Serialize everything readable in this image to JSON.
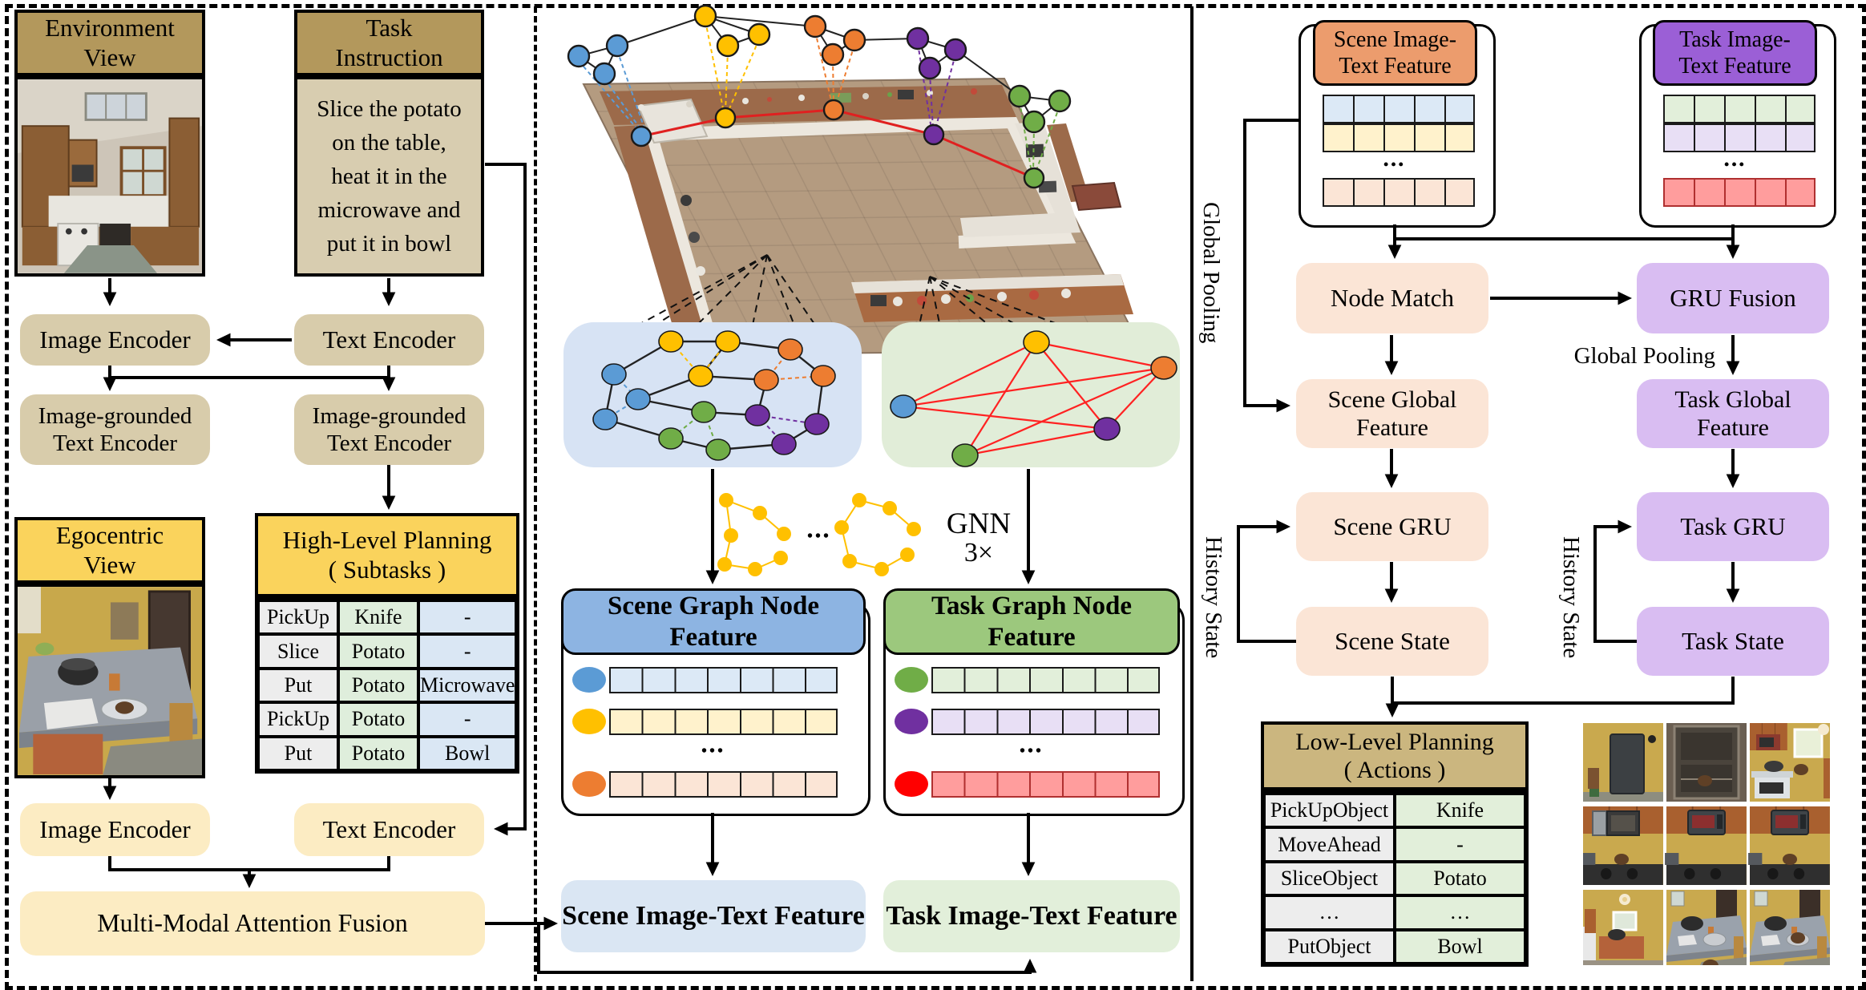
{
  "left": {
    "env_header": [
      "Environment",
      "View"
    ],
    "task_header": [
      "Task",
      "Instruction"
    ],
    "instruction": [
      "Slice the potato",
      "on the table,",
      "heat it in the",
      "microwave and",
      "put it in bowl"
    ],
    "image_encoder": "Image Encoder",
    "text_encoder": "Text Encoder",
    "image_grounded": [
      "Image-grounded",
      "Text Encoder"
    ],
    "ego_header": [
      "Egocentric",
      "View"
    ],
    "hlp_header": [
      "High-Level Planning",
      "( Subtasks )"
    ],
    "subtasks": [
      [
        "PickUp",
        "Knife",
        "-"
      ],
      [
        "Slice",
        "Potato",
        "-"
      ],
      [
        "Put",
        "Potato",
        "Microwave"
      ],
      [
        "PickUp",
        "Potato",
        "-"
      ],
      [
        "Put",
        "Potato",
        "Bowl"
      ]
    ],
    "image_encoder2": "Image Encoder",
    "text_encoder2": "Text Encoder",
    "fusion": "Multi-Modal Attention Fusion"
  },
  "middle": {
    "gnn_label": "GNN",
    "gnn_iterations": "3×",
    "scene_graph_feature": "Scene Graph Node Feature",
    "task_graph_feature": "Task Graph Node Feature",
    "dots": "•••",
    "scene_image_text": "Scene Image-Text Feature",
    "task_image_text": "Task Image-Text Feature"
  },
  "right": {
    "scene_header": [
      "Scene Image-",
      "Text Feature"
    ],
    "task_header": [
      "Task Image-",
      "Text Feature"
    ],
    "dots": "•••",
    "global_pooling_left": "Global Pooling",
    "global_pooling_right": "Global Pooling",
    "node_match": "Node Match",
    "gru_fusion": "GRU Fusion",
    "scene_global": [
      "Scene Global",
      "Feature"
    ],
    "task_global": [
      "Task Global",
      "Feature"
    ],
    "scene_gru": "Scene GRU",
    "task_gru": "Task GRU",
    "scene_state": "Scene State",
    "task_state": "Task State",
    "history_state_left": "History State",
    "history_state_right": "History State",
    "llp_header": [
      "Low-Level Planning",
      "( Actions )"
    ],
    "actions": [
      [
        "PickUpObject",
        "Knife"
      ],
      [
        "MoveAhead",
        "-"
      ],
      [
        "SliceObject",
        "Potato"
      ],
      [
        "…",
        "…"
      ],
      [
        "PutObject",
        "Bowl"
      ]
    ]
  },
  "colors": {
    "dark_tan_header": "#B3985C",
    "instruction_body": "#D8CDB0",
    "tan_box": "#D8CCAB",
    "yellow_header": "#FAD35C",
    "pale_yellow_box": "#FCECC3",
    "table_gray": "#EDEDED",
    "table_green": "#DFEEDC",
    "table_blue": "#DAE7F4",
    "scene_bg": "#D7E3F4",
    "task_bg": "#E1EDD8",
    "scene_feature_box": "#8DB4E2",
    "task_feature_box": "#9CC87D",
    "scene_it_box": "#DAE6F3",
    "task_it_box": "#E2EFDA",
    "orange_header": "#EC9C6D",
    "purple_header": "#9B5FD6",
    "peach_box": "#FBE5D6",
    "lavender_box": "#D9BDF2",
    "llp_header_tan": "#CBB67F",
    "node_blue": "#5B9BD5",
    "node_yellow": "#FFC000",
    "node_orange": "#ED7D31",
    "node_purple": "#7030A0",
    "node_green": "#70AD47",
    "node_red": "#FF0000",
    "cell_blue": "#DCE9F6",
    "cell_yellow": "#FFF2CC",
    "cell_peach": "#FBE5D6",
    "cell_green": "#E2EFDA",
    "cell_lavender": "#E8DFF5",
    "cell_red": "#FF9D9D",
    "red_edge": "#FF2222"
  }
}
